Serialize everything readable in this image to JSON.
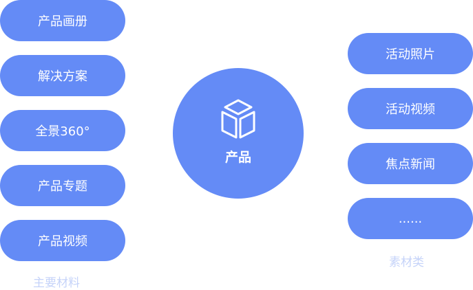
{
  "left_items": [
    "产品画册",
    "解决方案",
    "全景360°",
    "产品专题",
    "产品视频"
  ],
  "left_caption": "主要材料",
  "right_items": [
    "活动照片",
    "活动视频",
    "焦点新闻",
    "......"
  ],
  "right_caption": "素材类",
  "center": {
    "title": "产品",
    "icon": "cube-icon"
  },
  "colors": {
    "accent": "#648bf6",
    "caption": "#c5d3f9"
  }
}
